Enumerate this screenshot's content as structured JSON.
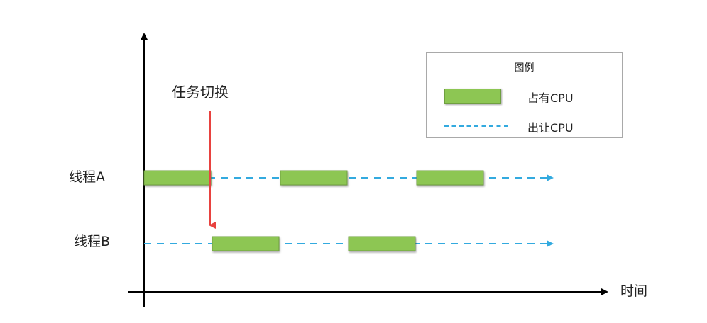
{
  "colors": {
    "axis": "#000000",
    "occupy_cpu": "#8dc653",
    "occupy_cpu_border": "#6f9f40",
    "yield_cpu": "#33aadf",
    "task_switch_arrow": "#e8423f"
  },
  "labels": {
    "thread_a": "线程A",
    "thread_b": "线程B",
    "time_axis": "时间",
    "task_switch": "任务切换"
  },
  "legend": {
    "title": "图例",
    "occupy_cpu": "占有CPU",
    "yield_cpu": "出让CPU"
  },
  "timeline": {
    "time_range": [
      0,
      7
    ],
    "threads": [
      {
        "key": "thread_a",
        "occupy_segments": [
          [
            0,
            1
          ],
          [
            2,
            3
          ],
          [
            4,
            5
          ]
        ]
      },
      {
        "key": "thread_b",
        "occupy_segments": [
          [
            1,
            2
          ],
          [
            3,
            4
          ]
        ]
      }
    ],
    "task_switch_at": 1
  }
}
